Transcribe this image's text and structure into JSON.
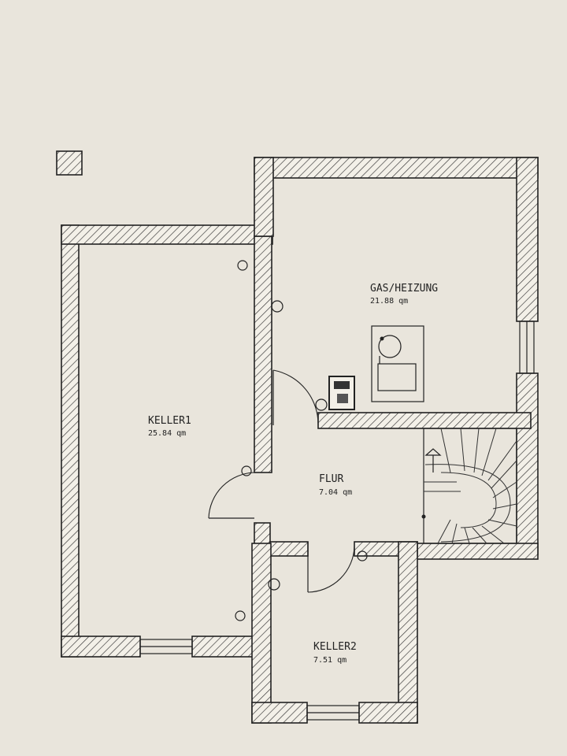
{
  "legend": {
    "symbol": "hatched-wall-swatch"
  },
  "rooms": {
    "keller1": {
      "name": "KELLER1",
      "area": "25.84 qm"
    },
    "gas_heizung": {
      "name": "GAS/HEIZUNG",
      "area": "21.88 qm"
    },
    "flur": {
      "name": "FLUR",
      "area": "7.04 qm"
    },
    "keller2": {
      "name": "KELLER2",
      "area": "7.51 qm"
    }
  },
  "colors": {
    "paper": "#e9e5dc",
    "ink": "#222222"
  },
  "icons": [
    "boiler-icon",
    "gas-meter-icon",
    "staircase-icon",
    "door-icon",
    "window-icon",
    "light-fixture-icon"
  ]
}
